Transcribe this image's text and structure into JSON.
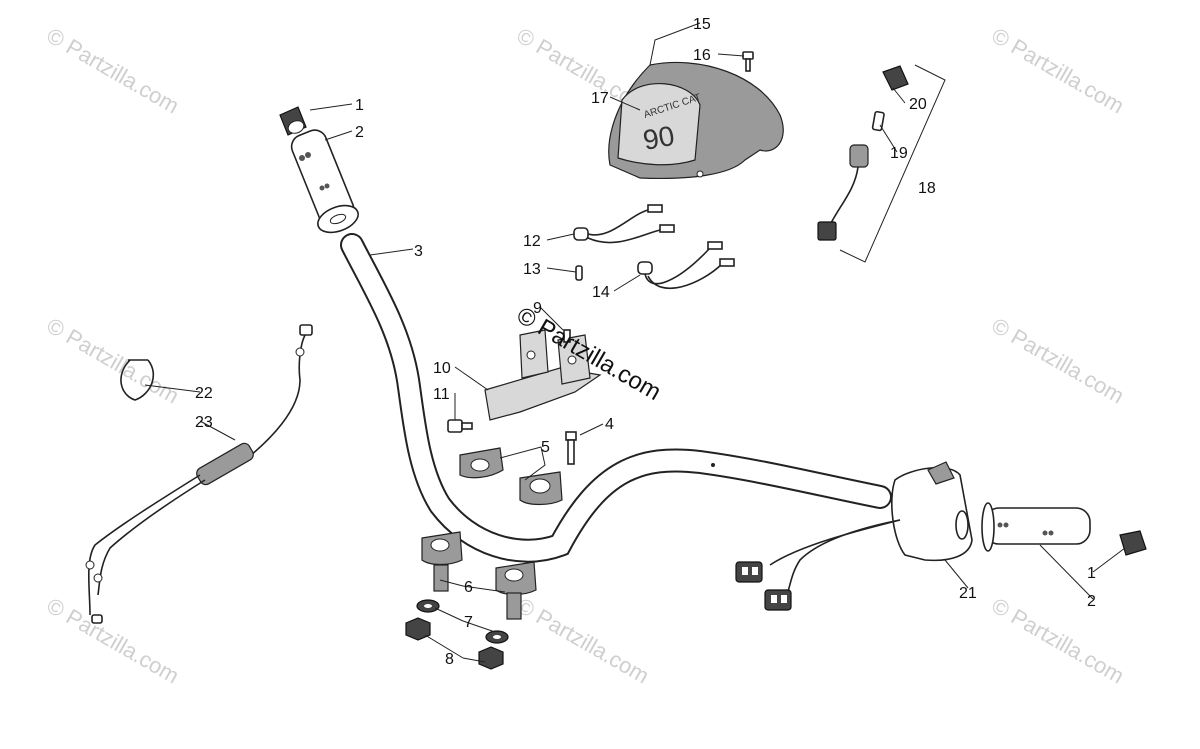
{
  "watermark": {
    "text": "© Partzilla.com"
  },
  "cover_badge": {
    "brand": "ARCTIC CAT",
    "model": "90"
  },
  "callouts": [
    {
      "id": "c1a",
      "label": "1"
    },
    {
      "id": "c2a",
      "label": "2"
    },
    {
      "id": "c3",
      "label": "3"
    },
    {
      "id": "c4",
      "label": "4"
    },
    {
      "id": "c5",
      "label": "5"
    },
    {
      "id": "c6",
      "label": "6"
    },
    {
      "id": "c7",
      "label": "7"
    },
    {
      "id": "c8",
      "label": "8"
    },
    {
      "id": "c9",
      "label": "9"
    },
    {
      "id": "c10",
      "label": "10"
    },
    {
      "id": "c11",
      "label": "11"
    },
    {
      "id": "c12",
      "label": "12"
    },
    {
      "id": "c13",
      "label": "13"
    },
    {
      "id": "c14",
      "label": "14"
    },
    {
      "id": "c15",
      "label": "15"
    },
    {
      "id": "c16",
      "label": "16"
    },
    {
      "id": "c17",
      "label": "17"
    },
    {
      "id": "c18",
      "label": "18"
    },
    {
      "id": "c19",
      "label": "19"
    },
    {
      "id": "c20",
      "label": "20"
    },
    {
      "id": "c21",
      "label": "21"
    },
    {
      "id": "c22",
      "label": "22"
    },
    {
      "id": "c23",
      "label": "23"
    },
    {
      "id": "c1b",
      "label": "1"
    },
    {
      "id": "c2b",
      "label": "2"
    }
  ]
}
